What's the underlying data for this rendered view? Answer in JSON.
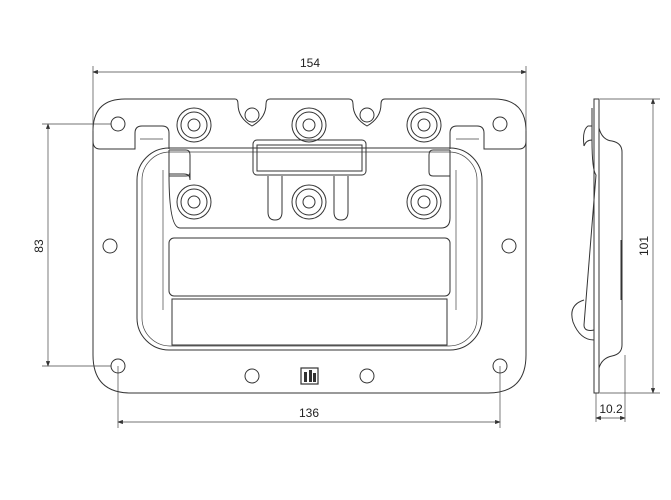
{
  "drawing": {
    "title": "Spring-loaded recessed handle technical drawing",
    "dimensions": {
      "overall_width": "154",
      "hole_spacing_width": "136",
      "hole_spacing_height": "83",
      "overall_height": "101",
      "depth": "10.2"
    },
    "line_color": "#333333"
  }
}
